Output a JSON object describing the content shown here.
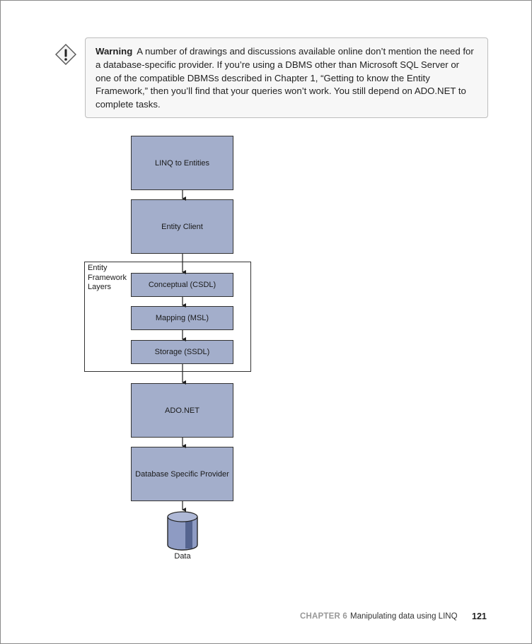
{
  "warning": {
    "title": "Warning",
    "text": "A number of drawings and discussions available online don’t mention the need for a database-specific provider. If you’re using a DBMS other than Microsoft SQL Server or one of the compatible DBMSs described in Chapter 1, “Getting to know the Entity Framework,” then you’ll find that your queries won’t work. You still depend on ADO.NET to complete tasks.",
    "icon": "exclamation-diamond-icon"
  },
  "diagram": {
    "boxes": [
      {
        "label": "LINQ to Entities"
      },
      {
        "label": "Entity Client"
      },
      {
        "label": "Conceptual (CSDL)"
      },
      {
        "label": "Mapping (MSL)"
      },
      {
        "label": "Storage (SSDL)"
      },
      {
        "label": "ADO.NET"
      },
      {
        "label": "Database Specific Provider"
      }
    ],
    "group_label": "Entity Framework Layers",
    "database_label": "Data",
    "box_fill": "#a3aecb"
  },
  "footer": {
    "chapter": "CHAPTER 6",
    "title": "Manipulating data using LINQ",
    "page_number": "121"
  }
}
